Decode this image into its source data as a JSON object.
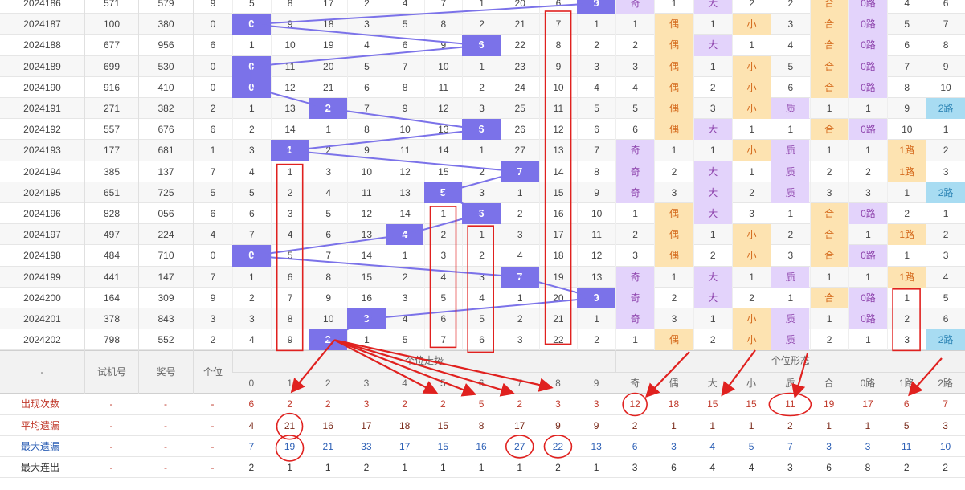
{
  "colors": {
    "ball_bg": "#7b72e9",
    "ball_text": "#ffffff",
    "line_color": "#7b72e9",
    "odd_bg": "#e3d3fb",
    "even_bg": "#fde3b1",
    "big_bg": "#e3d3fb",
    "small_bg": "#fde3b1",
    "prime_bg": "#e3d3fb",
    "composite_bg": "#fde3b1",
    "road0_bg": "#e3d3fb",
    "road1_bg": "#fde3b1",
    "road2_bg": "#a8dcf2",
    "accent_text": "#d4691b",
    "accent_purple": "#8e44ad",
    "highlight_red": "#e0211f",
    "stat_red": "#c0392b",
    "stat_blue": "#2c5fb5",
    "stat_dark": "#333333"
  },
  "icons": {
    "trend_line": "line-chart-icon",
    "annotation": "red-rect-annotation",
    "circle": "red-circle-annotation",
    "arrow": "red-arrow-annotation"
  },
  "rows": [
    {
      "issue": "2024186",
      "trial": "571",
      "prize": "579",
      "unit": "9",
      "miss": [
        "5",
        "8",
        "17",
        "2",
        "4",
        "7",
        "1",
        "20",
        "6",
        "9"
      ],
      "oe": "奇",
      "oe_miss": "1",
      "bs": "大",
      "bs_miss": "2",
      "pc": "2",
      "pc_miss": "合",
      "road": "0路",
      "r1": "4",
      "r2": "6"
    },
    {
      "issue": "2024187",
      "trial": "100",
      "prize": "380",
      "unit": "0",
      "miss": [
        "0",
        "9",
        "18",
        "3",
        "5",
        "8",
        "2",
        "21",
        "7",
        "1"
      ],
      "oe": "1",
      "oe_miss": "偶",
      "bs": "1",
      "bs_miss": "小",
      "pc": "3",
      "pc_miss": "合",
      "road": "0路",
      "r1": "5",
      "r2": "7"
    },
    {
      "issue": "2024188",
      "trial": "677",
      "prize": "956",
      "unit": "6",
      "miss": [
        "1",
        "10",
        "19",
        "4",
        "6",
        "9",
        "6",
        "22",
        "8",
        "2"
      ],
      "oe": "2",
      "oe_miss": "偶",
      "bs": "大",
      "bs_miss": "1",
      "pc": "4",
      "pc_miss": "合",
      "road": "0路",
      "r1": "6",
      "r2": "8"
    },
    {
      "issue": "2024189",
      "trial": "699",
      "prize": "530",
      "unit": "0",
      "miss": [
        "0",
        "11",
        "20",
        "5",
        "7",
        "10",
        "1",
        "23",
        "9",
        "3"
      ],
      "oe": "3",
      "oe_miss": "偶",
      "bs": "1",
      "bs_miss": "小",
      "pc": "5",
      "pc_miss": "合",
      "road": "0路",
      "r1": "7",
      "r2": "9"
    },
    {
      "issue": "2024190",
      "trial": "916",
      "prize": "410",
      "unit": "0",
      "miss": [
        "0",
        "12",
        "21",
        "6",
        "8",
        "11",
        "2",
        "24",
        "10",
        "4"
      ],
      "oe": "4",
      "oe_miss": "偶",
      "bs": "2",
      "bs_miss": "小",
      "pc": "6",
      "pc_miss": "合",
      "road": "0路",
      "r1": "8",
      "r2": "10"
    },
    {
      "issue": "2024191",
      "trial": "271",
      "prize": "382",
      "unit": "2",
      "miss": [
        "1",
        "13",
        "2",
        "7",
        "9",
        "12",
        "3",
        "25",
        "11",
        "5"
      ],
      "oe": "5",
      "oe_miss": "偶",
      "bs": "3",
      "bs_miss": "小",
      "pc": "质",
      "pc_miss": "1",
      "road": "1",
      "r1": "9",
      "r2": "2路"
    },
    {
      "issue": "2024192",
      "trial": "557",
      "prize": "676",
      "unit": "6",
      "miss": [
        "2",
        "14",
        "1",
        "8",
        "10",
        "13",
        "6",
        "26",
        "12",
        "6"
      ],
      "oe": "6",
      "oe_miss": "偶",
      "bs": "大",
      "bs_miss": "1",
      "pc": "1",
      "pc_miss": "合",
      "road": "0路",
      "r1": "10",
      "r2": "1"
    },
    {
      "issue": "2024193",
      "trial": "177",
      "prize": "681",
      "unit": "1",
      "miss": [
        "3",
        "1",
        "2",
        "9",
        "11",
        "14",
        "1",
        "27",
        "13",
        "7"
      ],
      "oe": "奇",
      "oe_miss": "1",
      "bs": "1",
      "bs_miss": "小",
      "pc": "质",
      "pc_miss": "1",
      "road": "1",
      "r1": "1路",
      "r2": "2"
    },
    {
      "issue": "2024194",
      "trial": "385",
      "prize": "137",
      "unit": "7",
      "miss": [
        "4",
        "1",
        "3",
        "10",
        "12",
        "15",
        "2",
        "7",
        "14",
        "8"
      ],
      "oe": "奇",
      "oe_miss": "2",
      "bs": "大",
      "bs_miss": "1",
      "pc": "质",
      "pc_miss": "2",
      "road": "2",
      "r1": "1路",
      "r2": "3"
    },
    {
      "issue": "2024195",
      "trial": "651",
      "prize": "725",
      "unit": "5",
      "miss": [
        "5",
        "2",
        "4",
        "11",
        "13",
        "5",
        "3",
        "1",
        "15",
        "9"
      ],
      "oe": "奇",
      "oe_miss": "3",
      "bs": "大",
      "bs_miss": "2",
      "pc": "质",
      "pc_miss": "3",
      "road": "3",
      "r1": "1",
      "r2": "2路"
    },
    {
      "issue": "2024196",
      "trial": "828",
      "prize": "056",
      "unit": "6",
      "miss": [
        "6",
        "3",
        "5",
        "12",
        "14",
        "1",
        "6",
        "2",
        "16",
        "10"
      ],
      "oe": "1",
      "oe_miss": "偶",
      "bs": "大",
      "bs_miss": "3",
      "pc": "1",
      "pc_miss": "合",
      "road": "0路",
      "r1": "2",
      "r2": "1"
    },
    {
      "issue": "2024197",
      "trial": "497",
      "prize": "224",
      "unit": "4",
      "miss": [
        "7",
        "4",
        "6",
        "13",
        "4",
        "2",
        "1",
        "3",
        "17",
        "11"
      ],
      "oe": "2",
      "oe_miss": "偶",
      "bs": "1",
      "bs_miss": "小",
      "pc": "2",
      "pc_miss": "合",
      "road": "1",
      "r1": "1路",
      "r2": "2"
    },
    {
      "issue": "2024198",
      "trial": "484",
      "prize": "710",
      "unit": "0",
      "miss": [
        "0",
        "5",
        "7",
        "14",
        "1",
        "3",
        "2",
        "4",
        "18",
        "12"
      ],
      "oe": "3",
      "oe_miss": "偶",
      "bs": "2",
      "bs_miss": "小",
      "pc": "3",
      "pc_miss": "合",
      "road": "0路",
      "r1": "1",
      "r2": "3"
    },
    {
      "issue": "2024199",
      "trial": "441",
      "prize": "147",
      "unit": "7",
      "miss": [
        "1",
        "6",
        "8",
        "15",
        "2",
        "4",
        "3",
        "7",
        "19",
        "13"
      ],
      "oe": "奇",
      "oe_miss": "1",
      "bs": "大",
      "bs_miss": "1",
      "pc": "质",
      "pc_miss": "1",
      "road": "1",
      "r1": "1路",
      "r2": "4"
    },
    {
      "issue": "2024200",
      "trial": "164",
      "prize": "309",
      "unit": "9",
      "miss": [
        "2",
        "7",
        "9",
        "16",
        "3",
        "5",
        "4",
        "1",
        "20",
        "9"
      ],
      "oe": "奇",
      "oe_miss": "2",
      "bs": "大",
      "bs_miss": "2",
      "pc": "1",
      "pc_miss": "合",
      "road": "0路",
      "r1": "1",
      "r2": "5"
    },
    {
      "issue": "2024201",
      "trial": "378",
      "prize": "843",
      "unit": "3",
      "miss": [
        "3",
        "8",
        "10",
        "3",
        "4",
        "6",
        "5",
        "2",
        "21",
        "1"
      ],
      "oe": "奇",
      "oe_miss": "3",
      "bs": "1",
      "bs_miss": "小",
      "pc": "质",
      "pc_miss": "1",
      "road": "0路",
      "r1": "2",
      "r2": "6"
    },
    {
      "issue": "2024202",
      "trial": "798",
      "prize": "552",
      "unit": "2",
      "miss": [
        "4",
        "9",
        "2",
        "1",
        "5",
        "7",
        "6",
        "3",
        "22",
        "2"
      ],
      "oe": "1",
      "oe_miss": "偶",
      "bs": "2",
      "bs_miss": "小",
      "pc": "质",
      "pc_miss": "2",
      "road": "1",
      "r1": "3",
      "r2": "2路"
    }
  ],
  "header": {
    "dash": "-",
    "trial": "试机号",
    "prize": "奖号",
    "unit": "个位",
    "trend_title": "个位走势",
    "form_title": "个位形态",
    "digits": [
      "0",
      "1",
      "2",
      "3",
      "4",
      "5",
      "6",
      "7",
      "8",
      "9"
    ],
    "forms": [
      "奇",
      "偶",
      "大",
      "小",
      "质",
      "合",
      "0路",
      "1路",
      "2路"
    ]
  },
  "stats": [
    {
      "label": "出现次数",
      "dash": "-",
      "digits": [
        "6",
        "2",
        "2",
        "3",
        "2",
        "2",
        "5",
        "2",
        "3",
        "3"
      ],
      "forms": [
        "12",
        "18",
        "15",
        "15",
        "11",
        "19",
        "17",
        "6",
        "7"
      ]
    },
    {
      "label": "平均遗漏",
      "dash": "-",
      "digits": [
        "4",
        "21",
        "16",
        "17",
        "18",
        "15",
        "8",
        "17",
        "9",
        "9"
      ],
      "forms": [
        "2",
        "1",
        "1",
        "1",
        "2",
        "1",
        "1",
        "5",
        "3"
      ]
    },
    {
      "label": "最大遗漏",
      "dash": "-",
      "digits": [
        "7",
        "19",
        "21",
        "33",
        "17",
        "15",
        "16",
        "27",
        "22",
        "13"
      ],
      "forms": [
        "6",
        "3",
        "4",
        "5",
        "7",
        "3",
        "3",
        "11",
        "10"
      ]
    },
    {
      "label": "最大连出",
      "dash": "-",
      "digits": [
        "2",
        "1",
        "1",
        "2",
        "1",
        "1",
        "1",
        "1",
        "2",
        "1"
      ],
      "forms": [
        "3",
        "6",
        "4",
        "4",
        "3",
        "6",
        "8",
        "2",
        "2"
      ]
    }
  ]
}
